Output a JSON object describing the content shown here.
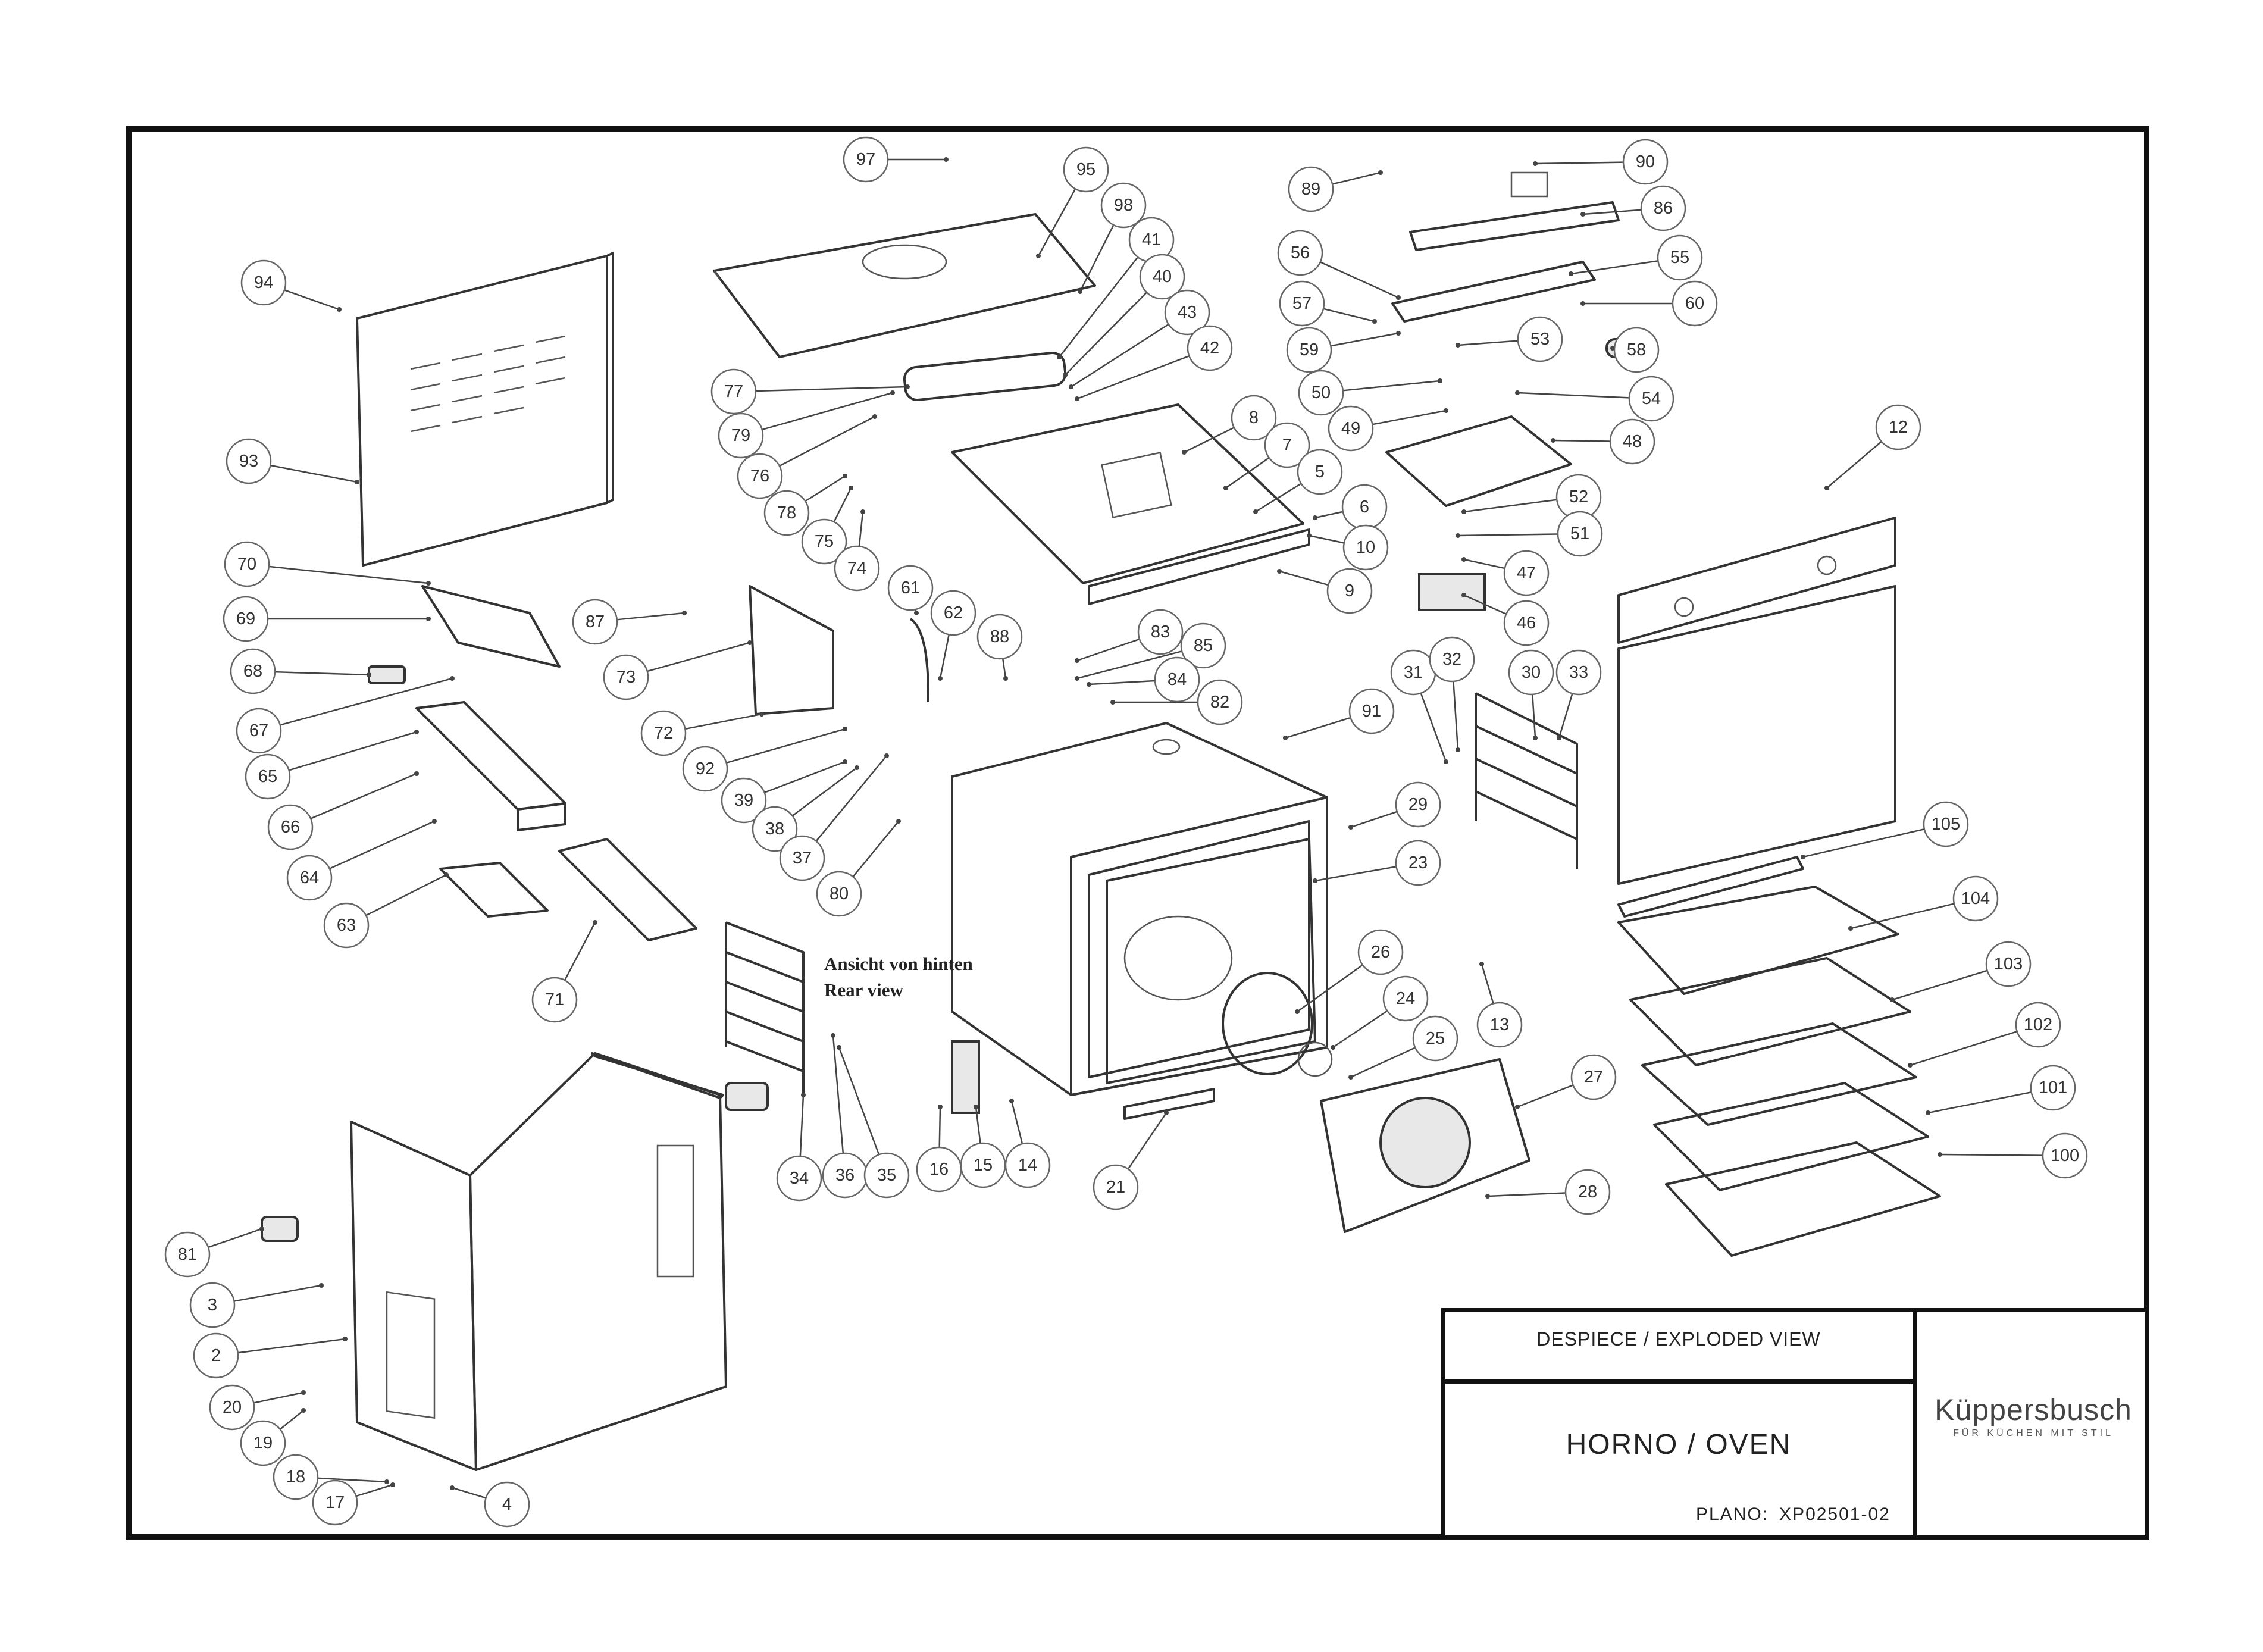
{
  "title_block": {
    "heading": "DESPIECE / EXPLODED VIEW",
    "name": "HORNO / OVEN",
    "plano_label": "PLANO:",
    "plano_value": "XP02501-02"
  },
  "brand": {
    "name": "Küppersbusch",
    "tagline": "FÜR KÜCHEN MIT STIL"
  },
  "rear_view_note": {
    "line1": "Ansicht von hinten",
    "line2": "Rear view"
  },
  "callouts": [
    "97",
    "95",
    "98",
    "41",
    "40",
    "43",
    "42",
    "77",
    "79",
    "76",
    "78",
    "75",
    "74",
    "8",
    "7",
    "5",
    "6",
    "10",
    "9",
    "94",
    "93",
    "70",
    "69",
    "68",
    "67",
    "65",
    "66",
    "64",
    "63",
    "71",
    "87",
    "73",
    "72",
    "92",
    "39",
    "38",
    "37",
    "80",
    "61",
    "62",
    "88",
    "83",
    "85",
    "84",
    "82",
    "91",
    "89",
    "90",
    "86",
    "56",
    "55",
    "60",
    "57",
    "59",
    "53",
    "58",
    "50",
    "54",
    "49",
    "48",
    "52",
    "51",
    "47",
    "46",
    "12",
    "31",
    "32",
    "30",
    "33",
    "29",
    "23",
    "26",
    "24",
    "25",
    "13",
    "27",
    "28",
    "21",
    "105",
    "104",
    "103",
    "102",
    "101",
    "100",
    "34",
    "36",
    "35",
    "16",
    "15",
    "14",
    "81",
    "3",
    "2",
    "20",
    "19",
    "18",
    "17",
    "4"
  ],
  "colors": {
    "line": "#333333",
    "frame": "#111111"
  }
}
